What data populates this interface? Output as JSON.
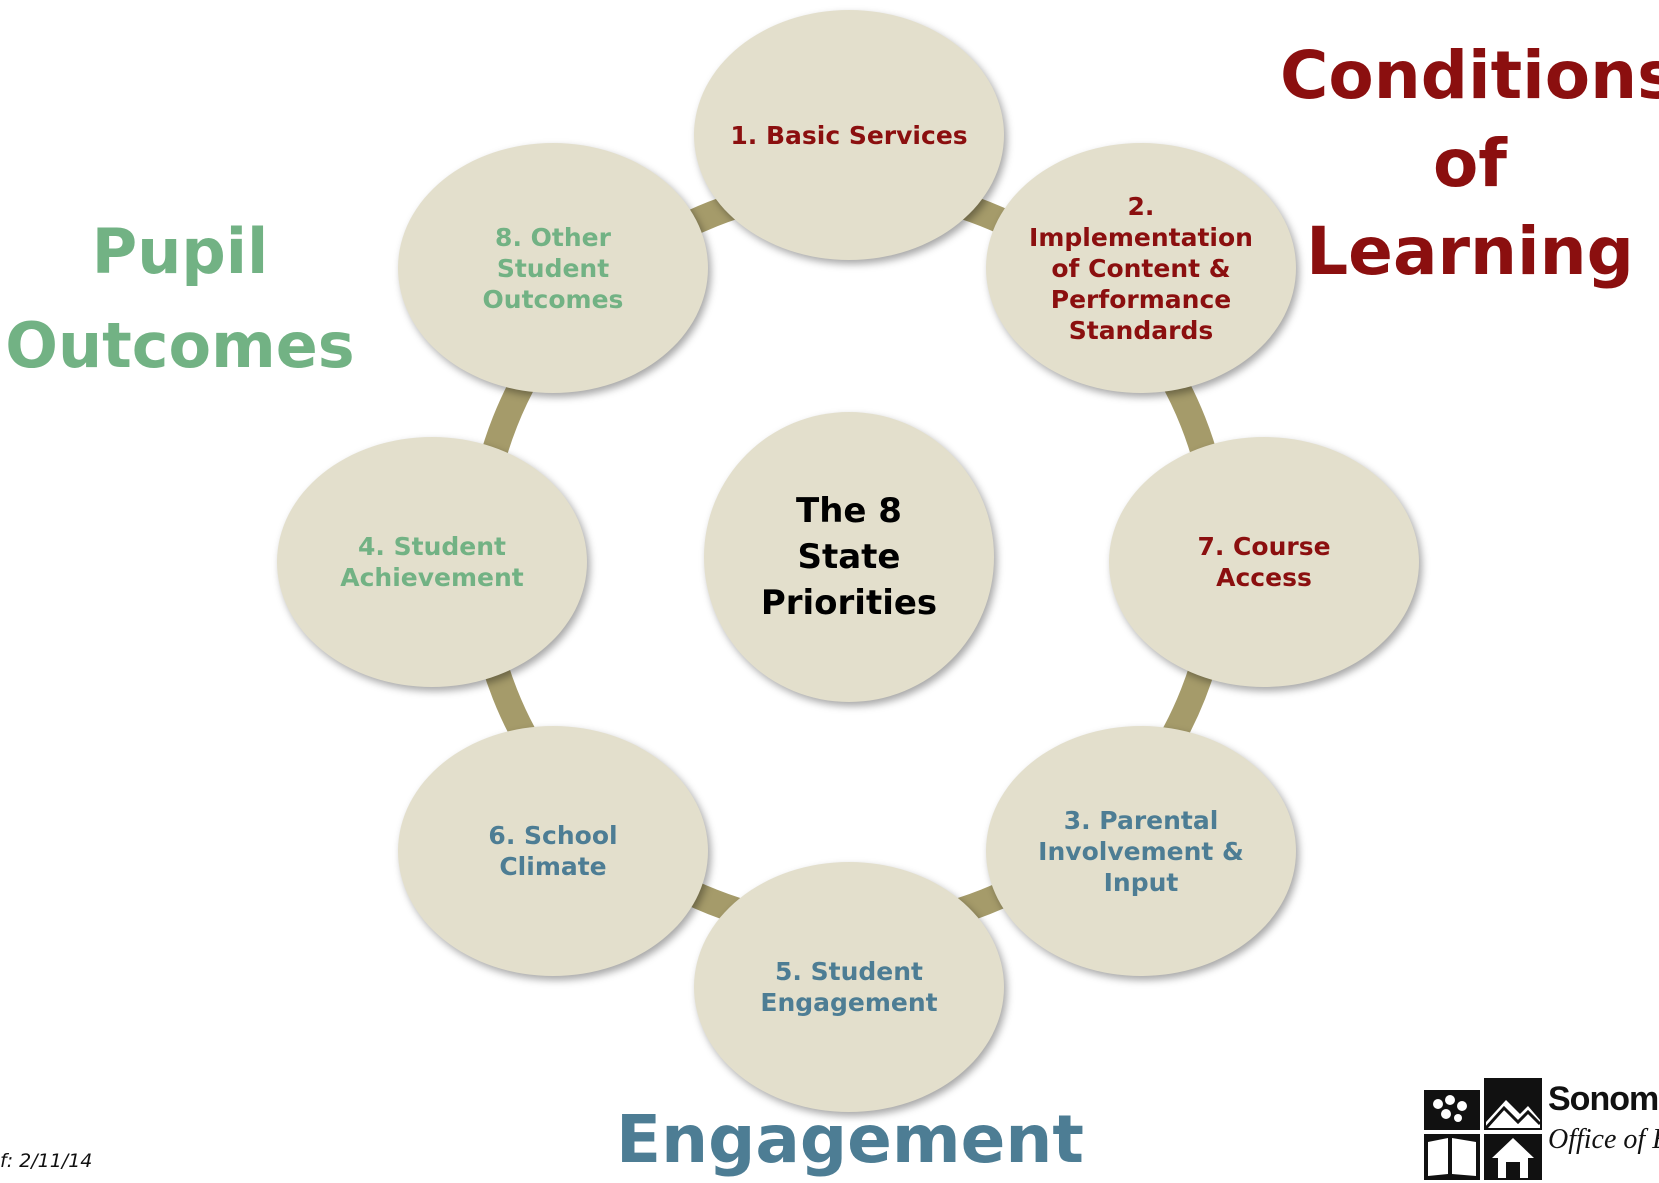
{
  "center": {
    "line1": "The 8",
    "line2": "State",
    "line3": "Priorities"
  },
  "priorities": {
    "p1": {
      "line1": "1. Basic Services"
    },
    "p2": {
      "line1": "2.",
      "line2": "Implementation",
      "line3": "of Content &",
      "line4": "Performance",
      "line5": "Standards"
    },
    "p7": {
      "line1": "7. Course",
      "line2": "Access"
    },
    "p3": {
      "line1": "3. Parental",
      "line2": "Involvement &",
      "line3": "Input"
    },
    "p5": {
      "line1": "5. Student",
      "line2": "Engagement"
    },
    "p6": {
      "line1": "6. School",
      "line2": "Climate"
    },
    "p4": {
      "line1": "4. Student",
      "line2": "Achievement"
    },
    "p8": {
      "line1": "8. Other",
      "line2": "Student",
      "line3": "Outcomes"
    }
  },
  "groups": {
    "conditions": {
      "line1": "Conditions",
      "line2": "of",
      "line3": "Learning"
    },
    "pupil": {
      "line1": "Pupil",
      "line2": "Outcomes"
    },
    "engagement": {
      "line1": "Engagement"
    }
  },
  "footer": {
    "date": "f: 2/11/14"
  },
  "logo": {
    "name": "Sonoma",
    "subtitle": "Office of E"
  },
  "colors": {
    "conditions": "#8b0f0f",
    "pupil": "#72b284",
    "engagement": "#4d7d94",
    "circle_fill": "#e3dfcc",
    "ring": "#a59b6a"
  }
}
